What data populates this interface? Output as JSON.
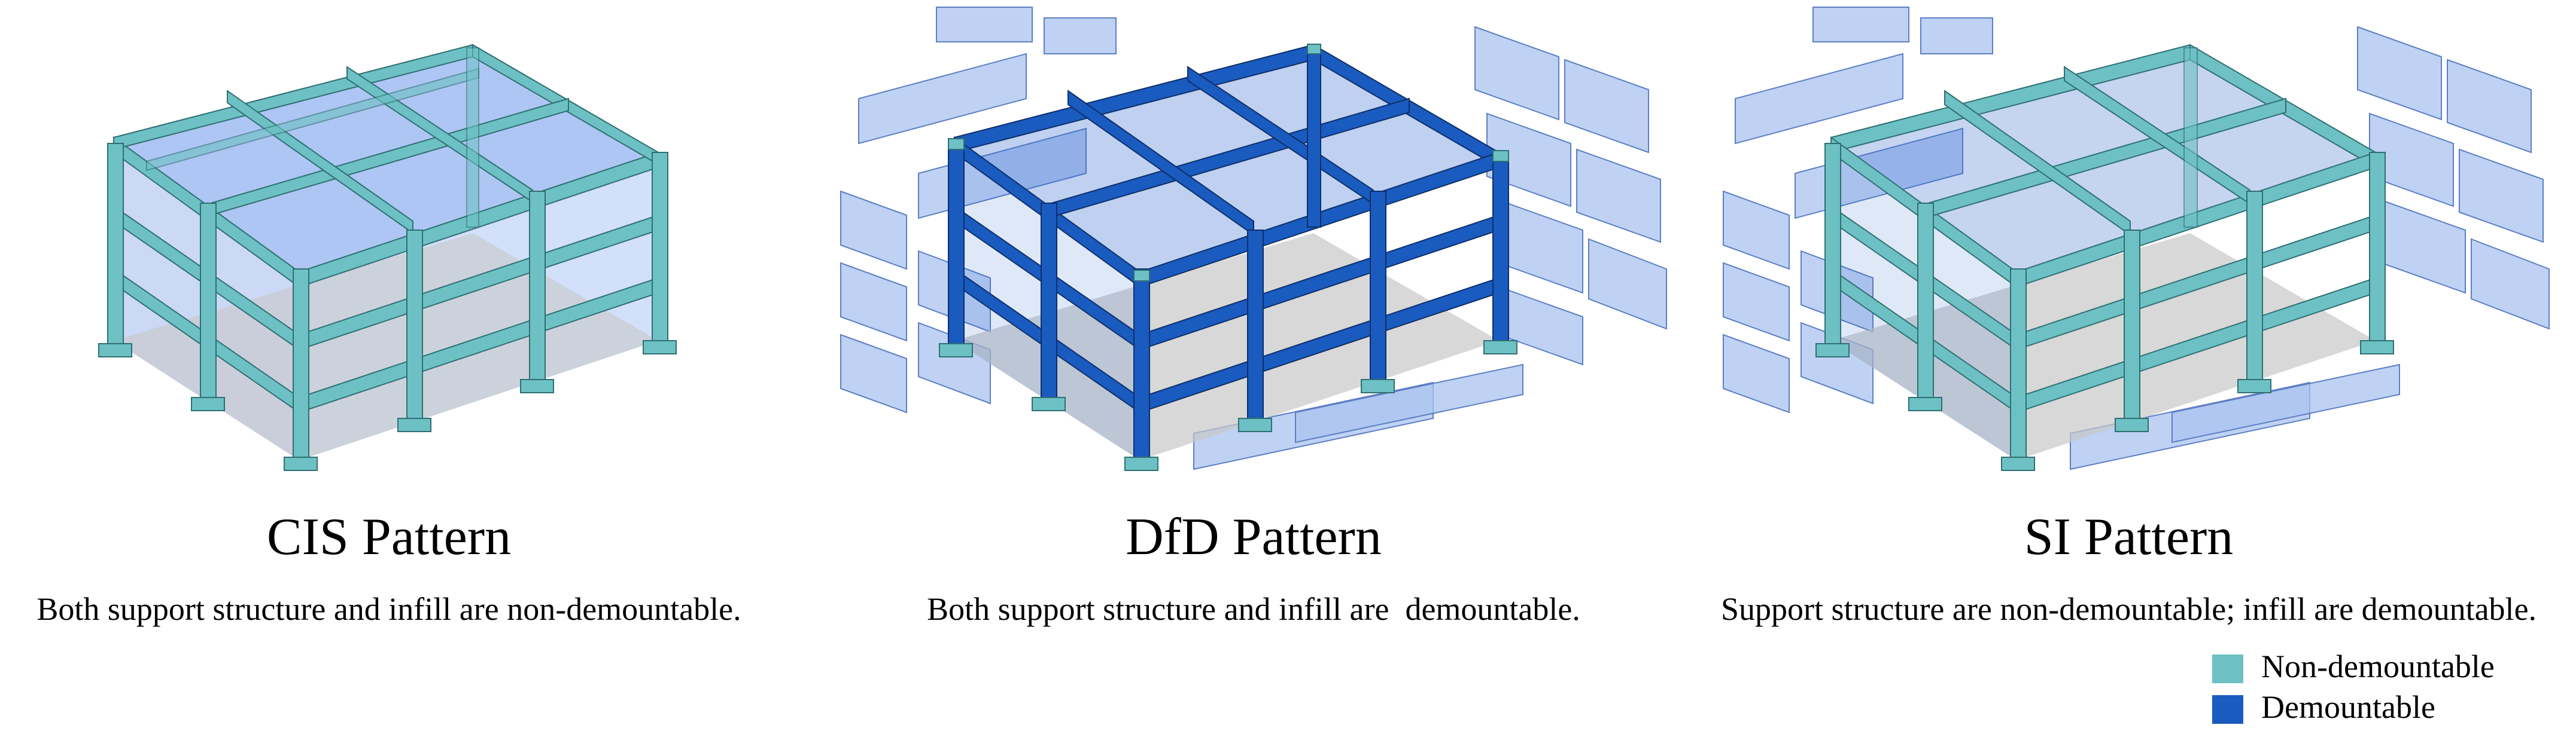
{
  "colors": {
    "non_demountable": "#6dc1c4",
    "demountable": "#1a5bbf",
    "infill_panel": "#aac3f0",
    "floor_grey": "#c8c8c8"
  },
  "patterns": [
    {
      "title": "CIS Pattern",
      "description": "Both support structure and infill are non-demountable.",
      "frame_type": "non_demountable",
      "infill_type": "non_demountable"
    },
    {
      "title": "DfD Pattern",
      "description": "Both support structure and infill are  demountable.",
      "frame_type": "demountable",
      "infill_type": "demountable"
    },
    {
      "title": "SI Pattern",
      "description": "Support structure are non-demountable; infill are demountable.",
      "frame_type": "non_demountable",
      "infill_type": "demountable"
    }
  ],
  "legend": [
    {
      "label": "Non-demountable",
      "color": "#6dc1c4"
    },
    {
      "label": "Demountable",
      "color": "#1a5bbf"
    }
  ]
}
